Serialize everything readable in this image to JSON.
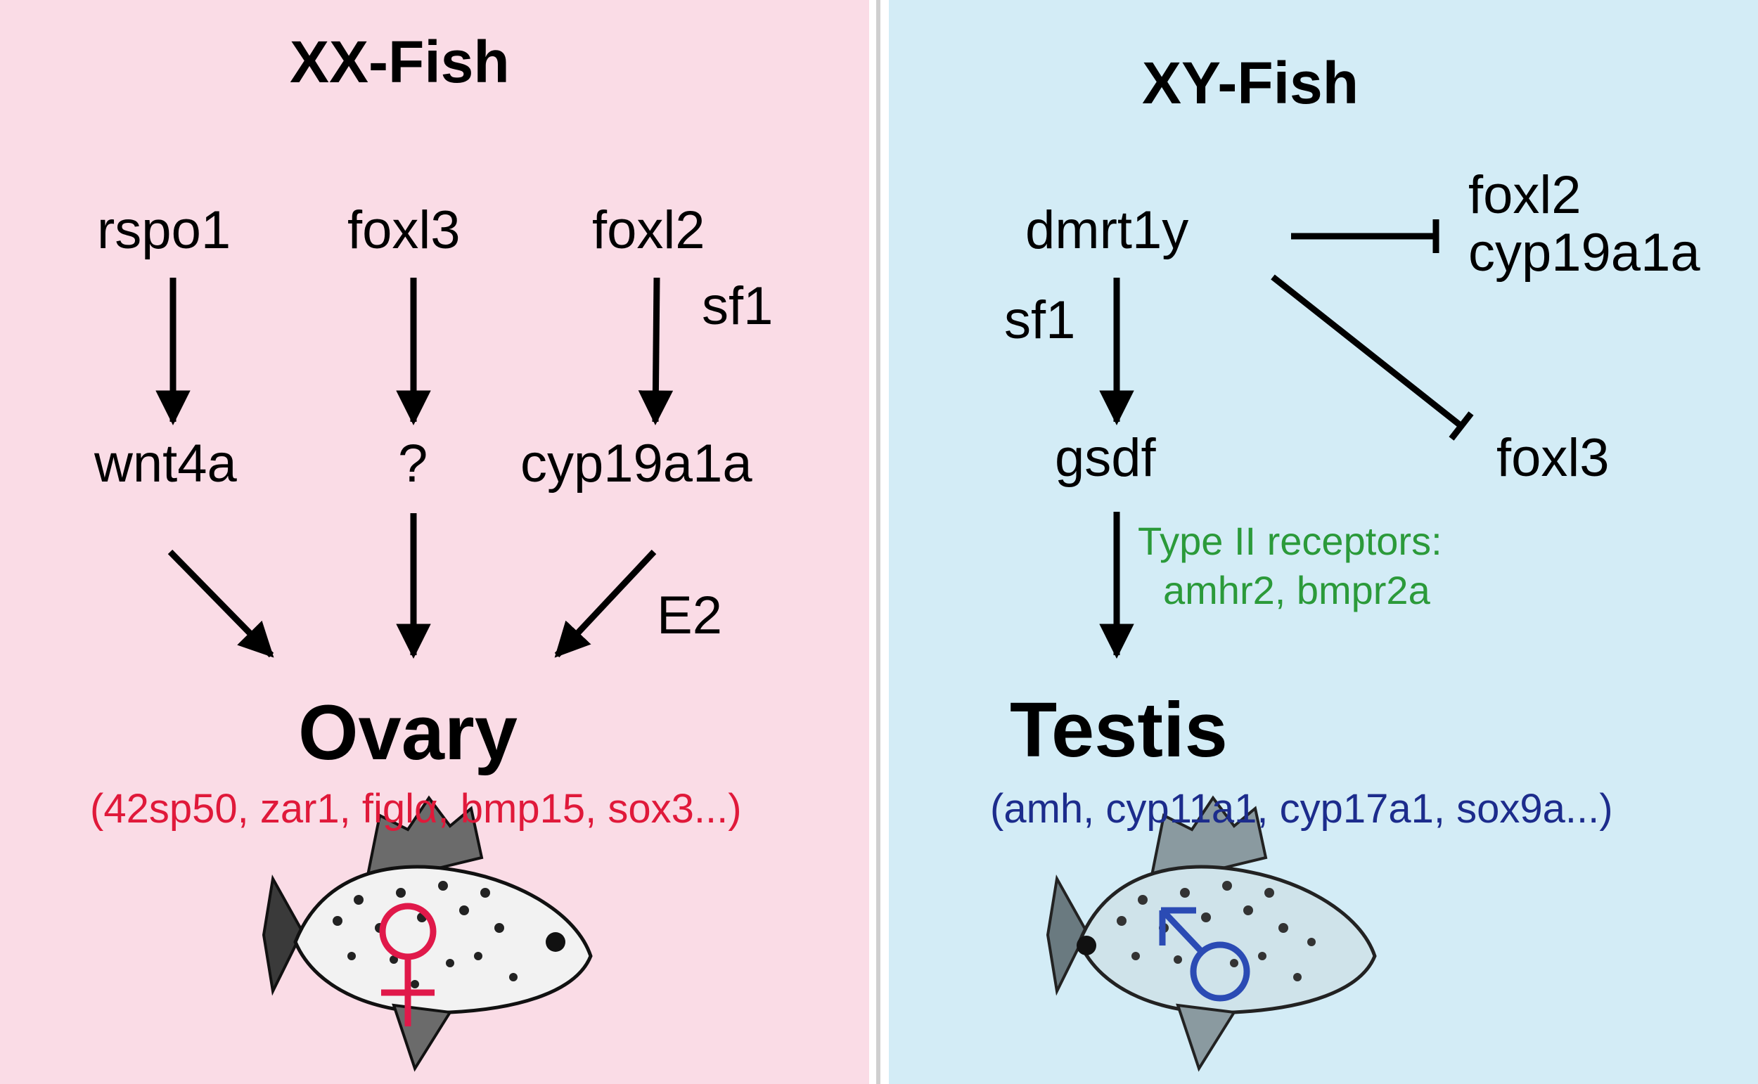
{
  "left_panel": {
    "title": "XX-Fish",
    "genes_top": [
      "rspo1",
      "foxl3",
      "foxl2"
    ],
    "cofactor": "sf1",
    "genes_mid": [
      "wnt4a",
      "?",
      "cyp19a1a"
    ],
    "hormone": "E2",
    "organ": "Ovary",
    "markers": "(42sp50, zar1, figlα, bmp15, sox3...)",
    "symbol": "female-symbol",
    "colors": {
      "background": "#fadce6",
      "markers": "#e0193a",
      "symbol": "#e0194a"
    }
  },
  "right_panel": {
    "title": "XY-Fish",
    "gene_top": "dmrt1y",
    "cofactor": "sf1",
    "repressed_top": [
      "foxl2",
      "cyp19a1a"
    ],
    "repressed_mid": "foxl3",
    "gene_mid": "gsdf",
    "receptor_label": "Type II receptors:",
    "receptor_genes": "amhr2, bmpr2a",
    "organ": "Testis",
    "markers": "(amh, cyp11a1, cyp17a1, sox9a...)",
    "symbol": "male-symbol",
    "colors": {
      "background": "#d3ecf6",
      "markers": "#1c2c8c",
      "receptor": "#2b9a3a",
      "symbol": "#2b4bb4"
    }
  }
}
